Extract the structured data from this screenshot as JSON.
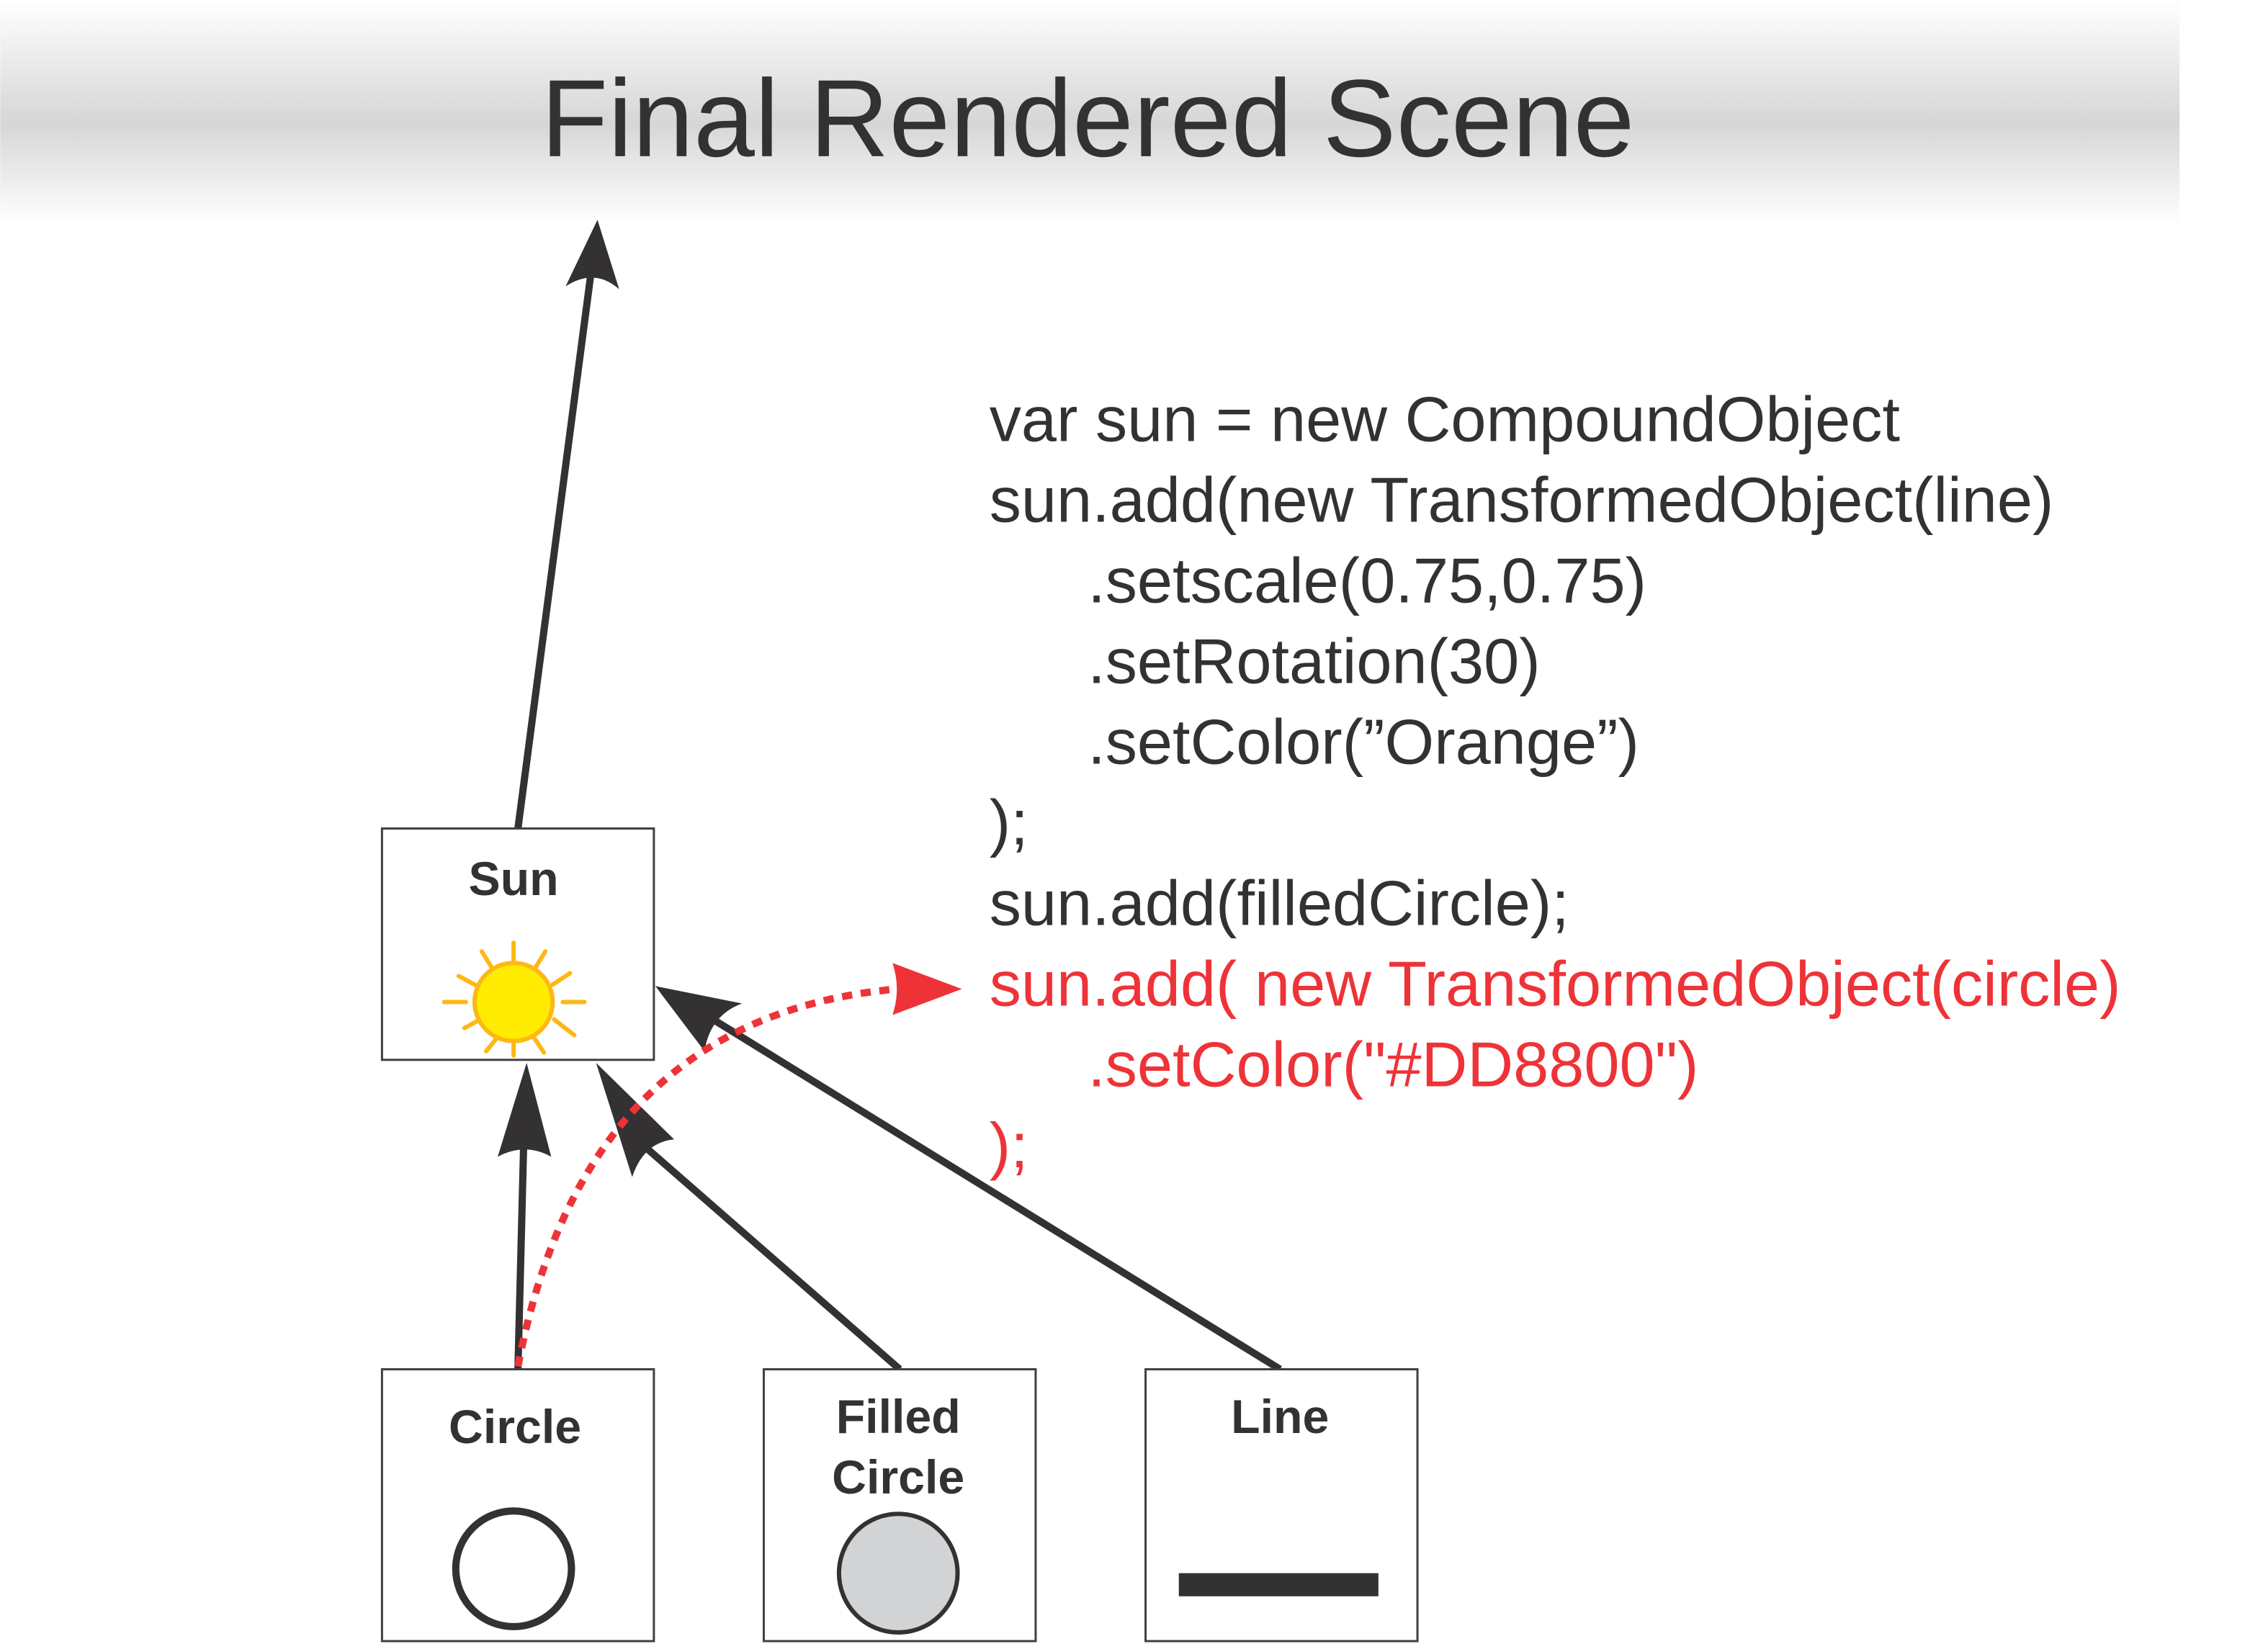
{
  "title": "Final Rendered Scene",
  "colors": {
    "text": "#333132",
    "highlight": "#EE3338",
    "sun_fill": "#FFEC00",
    "sun_stroke": "#FDB813",
    "filled_circle": "#D1D3D4",
    "header_band": "#D6D6D6"
  },
  "nodes": {
    "sun": {
      "label": "Sun",
      "icon": "sun-icon"
    },
    "circle": {
      "label": "Circle",
      "icon": "circle-outline-icon"
    },
    "filled_circle": {
      "label_line1": "Filled",
      "label_line2": "Circle",
      "icon": "filled-circle-icon"
    },
    "line": {
      "label": "Line",
      "icon": "line-icon"
    }
  },
  "code": {
    "lines": [
      {
        "text": "var sun = new CompoundObject",
        "highlight": false,
        "indent": false
      },
      {
        "text": "sun.add(new TransformedObject(line)",
        "highlight": false,
        "indent": false
      },
      {
        "text": ".setscale(0.75,0.75)",
        "highlight": false,
        "indent": true
      },
      {
        "text": ".setRotation(30)",
        "highlight": false,
        "indent": true
      },
      {
        "text": ".setColor(”Orange”)",
        "highlight": false,
        "indent": true
      },
      {
        "text": ");",
        "highlight": false,
        "indent": false
      },
      {
        "text": "sun.add(filledCircle);",
        "highlight": false,
        "indent": false
      },
      {
        "text": "sun.add( new TransformedObject(circle)",
        "highlight": true,
        "indent": false
      },
      {
        "text": ".setColor(\"#DD8800\")",
        "highlight": true,
        "indent": true
      },
      {
        "text": ");",
        "highlight": true,
        "indent": false
      }
    ]
  }
}
